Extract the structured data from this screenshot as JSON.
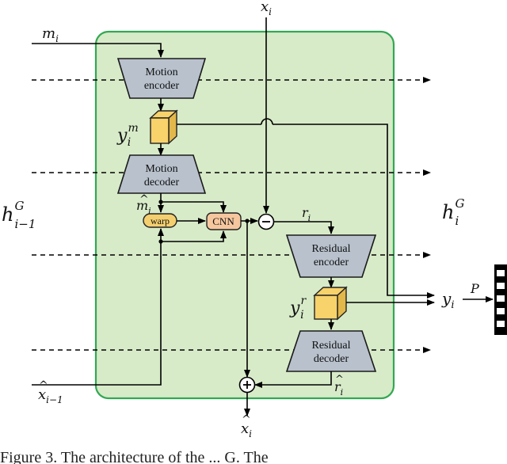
{
  "colors": {
    "block_fill": "#b8c1cc",
    "block_stroke": "#1a1a1a",
    "panel_fill": "#d7ebc8",
    "panel_stroke": "#33a853",
    "latent_fill": "#f8d26a",
    "op_fill": "#f6c79f",
    "warp_fill": "#f4cf6f",
    "line": "#000000"
  },
  "inputs": {
    "motion": "m_i",
    "frame": "x_i",
    "prev_frame": "x̂_{i-1}"
  },
  "state": {
    "input": "h^G_{i-1}",
    "output": "h^G_i"
  },
  "blocks": {
    "motion_encoder": [
      "Motion",
      "encoder"
    ],
    "motion_decoder": [
      "Motion",
      "decoder"
    ],
    "residual_encoder": [
      "Residual",
      "encoder"
    ],
    "residual_decoder": [
      "Residual",
      "decoder"
    ]
  },
  "ops": {
    "warp": "warp",
    "cnn": "CNN"
  },
  "signals": {
    "motion_latent": "y^m_i",
    "residual_latent": "y^r_i",
    "decoded_motion": "m̂_i",
    "residual": "r_i",
    "decoded_residual": "r̂_i",
    "output_latent": "y_i",
    "output_frame": "x̂_i",
    "quantizer": "P"
  },
  "caption_fragment": "Figure 3. The architecture of the ... G. The"
}
